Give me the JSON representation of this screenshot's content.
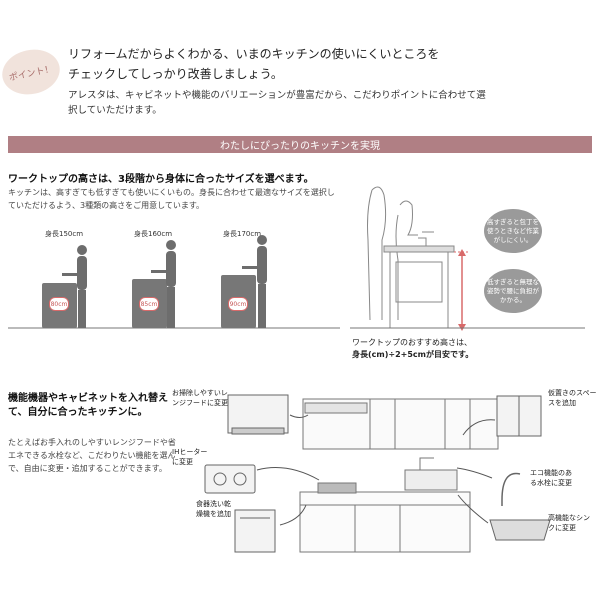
{
  "badge": {
    "text": "ポイント！"
  },
  "intro": {
    "line1": "リフォームだからよくわかる、いまのキッチンの使いにくいところを",
    "line2": "チェックしてしっかり改善しましょう。",
    "body": "アレスタは、キャビネットや機能のバリエーションが豊富だから、こだわりポイントに合わせて選択していただけます。"
  },
  "banner": {
    "text": "わたしにぴったりのキッチンを実現"
  },
  "section1": {
    "heading": "ワークトップの高さは、3段階から身体に合ったサイズを選べます。",
    "body": "キッチンは、高すぎても低すぎても使いにくいもの。身長に合わせて最適なサイズを選択していただけるよう、3種類の高さをご用意しています。",
    "figures": [
      {
        "label": "身長150cm",
        "height": "80cm"
      },
      {
        "label": "身長160cm",
        "height": "85cm"
      },
      {
        "label": "身長170cm",
        "height": "90cm"
      }
    ],
    "bubble_high": "高すぎると包丁を使うときなど作業がしにくい。",
    "bubble_low": "低すぎると無理な姿勢で腰に負担がかかる。",
    "caption_line1": "ワークトップのおすすめ高さは、",
    "caption_line2": "身長(cm)÷2+5cmが目安です。"
  },
  "section2": {
    "heading": "機能機器やキャビネットを入れ替えて、自分に合ったキッチンに。",
    "body": "たとえばお手入れのしやすいレンジフードや省エネできる水栓など、こだわりたい機能を選んで、自由に変更・追加することができます。",
    "callouts": {
      "hood": "お掃除しやすいレンジフードに変更",
      "ih": "IHヒーターに変更",
      "dish": "食器洗い乾燥機を追加",
      "storage": "仮置きのスペースを追加",
      "faucet": "エコ機能のある水栓に変更",
      "sink": "高機能なシンクに変更"
    }
  },
  "colors": {
    "accent": "#b07f84",
    "badge_bg": "#f1e3dc",
    "height_tag": "#d86a6a"
  }
}
